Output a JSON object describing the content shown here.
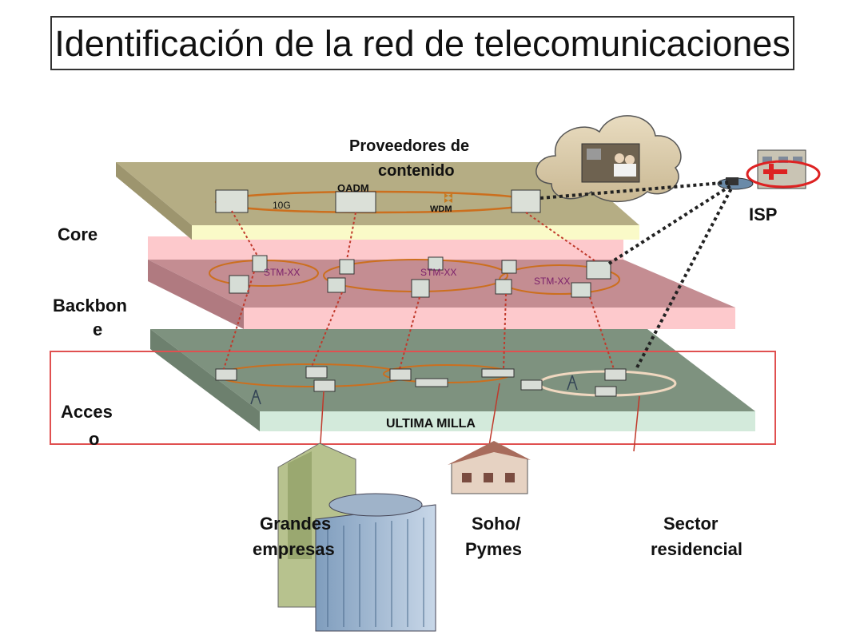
{
  "title": "Identificación de la red de telecomunicaciones",
  "layers": {
    "core": "Core",
    "backbone_line1": "Backbon",
    "backbone_line2": "e",
    "access_line1": "Acces",
    "access_line2": "o"
  },
  "core_layer": {
    "content_providers_line1": "Proveedores de",
    "content_providers_line2": "contenido",
    "oadm": "OADM",
    "rate": "10G",
    "wdm": "WDM"
  },
  "backbone_layer": {
    "ring_labels": [
      "STM-XX",
      "STM-XX",
      "STM-XX"
    ]
  },
  "access_layer": {
    "last_mile": "ULTIMA MILLA"
  },
  "isp": "ISP",
  "customers": {
    "large_line1": "Grandes",
    "large_line2": "empresas",
    "soho_line1": "Soho/",
    "soho_line2": "Pymes",
    "residential_line1": "Sector",
    "residential_line2": "residencial"
  },
  "colors": {
    "core_plane": "#b5ad84",
    "core_edge": "#fafac8",
    "backbone_plane": "#c48d92",
    "backbone_edge": "#fdc9cc",
    "access_plane": "#7e927f",
    "access_edge": "#d3eadb",
    "ring": "#cc6f1e",
    "link": "#c0392b",
    "access_frame": "#e05050",
    "oadm": "#d4541a",
    "stm": "#7a1f6a"
  }
}
